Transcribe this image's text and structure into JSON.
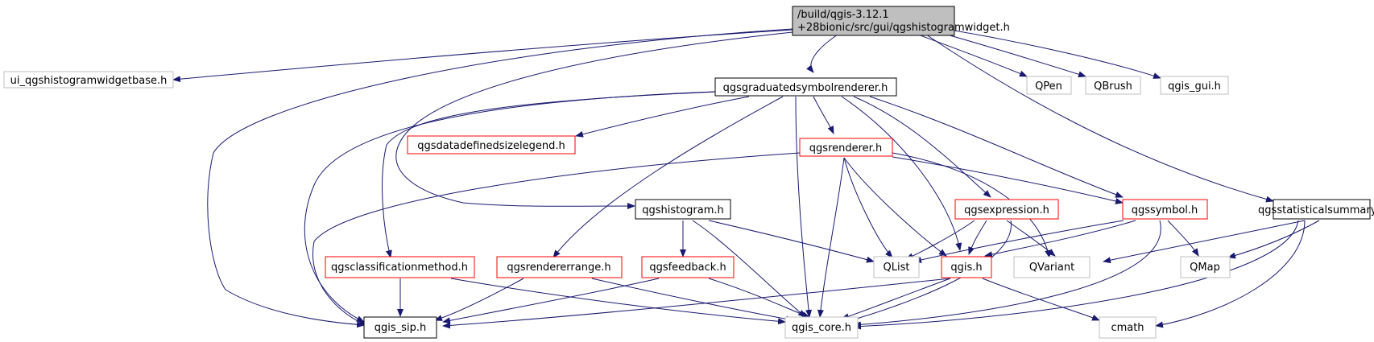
{
  "colors": {
    "edge": "#191970",
    "border_black": "#000000",
    "border_red": "#ff0000",
    "border_gray": "#bfbfbf",
    "root_fill": "#bfbfbf",
    "text": "#000000"
  },
  "nodes": {
    "root": [
      "/build/qgis-3.12.1",
      "+28bionic/src/gui/qgshistogramwidget.h"
    ],
    "ui_base": "ui_qgshistogramwidgetbase.h",
    "graduated": "qgsgraduatedsymbolrenderer.h",
    "qpen": "QPen",
    "qbrush": "QBrush",
    "qgis_gui": "qgis_gui.h",
    "datadefined": "qgsdatadefinedsizelegend.h",
    "renderer": "qgsrenderer.h",
    "histogram": "qgshistogram.h",
    "expression": "qgsexpression.h",
    "symbol": "qgssymbol.h",
    "statsummary": "qgsstatisticalsummary.h",
    "classmethod": "qgsclassificationmethod.h",
    "rendrange": "qgsrendererrange.h",
    "feedback": "qgsfeedback.h",
    "qlist": "QList",
    "qgis_h": "qgis.h",
    "qvariant": "QVariant",
    "qmap": "QMap",
    "qgis_sip": "qgis_sip.h",
    "qgis_core": "qgis_core.h",
    "cmath": "cmath"
  }
}
